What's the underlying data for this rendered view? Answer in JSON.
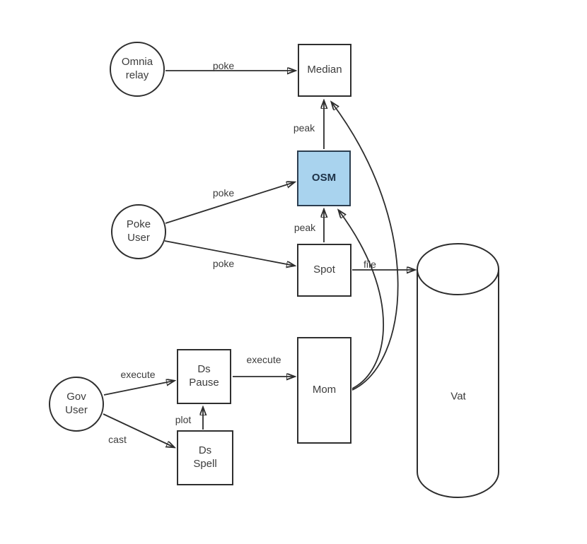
{
  "colors": {
    "line": "#2d2d2d",
    "node_border": "#2f2f2f",
    "text": "#3c3c3c",
    "osm_fill": "#a9d3ee",
    "osm_border": "#2c3e50",
    "osm_text": "#1e3247",
    "bg": "#ffffff"
  },
  "nodes": {
    "omnia_relay": {
      "label": "Omnia relay",
      "shape": "circle"
    },
    "median": {
      "label": "Median",
      "shape": "rect"
    },
    "osm": {
      "label": "OSM",
      "shape": "rect"
    },
    "poke_user": {
      "label": "Poke User",
      "shape": "circle"
    },
    "spot": {
      "label": "Spot",
      "shape": "rect"
    },
    "vat": {
      "label": "Vat",
      "shape": "cylinder"
    },
    "mom": {
      "label": "Mom",
      "shape": "rect"
    },
    "gov_user": {
      "label": "Gov User",
      "shape": "circle"
    },
    "ds_pause": {
      "label": "Ds Pause",
      "shape": "rect"
    },
    "ds_spell": {
      "label": "Ds Spell",
      "shape": "rect"
    }
  },
  "edge_labels": {
    "omnia_to_median": "poke",
    "osm_to_median": "peak",
    "pokeuser_to_osm": "poke",
    "spot_to_osm": "peak",
    "pokeuser_to_spot": "poke",
    "spot_to_vat": "file",
    "govuser_to_dspause": "execute",
    "govuser_to_dsspell": "cast",
    "dsspell_to_dspause": "plot",
    "dspause_to_mom": "execute",
    "mom_to_osm": "",
    "mom_to_median": ""
  }
}
